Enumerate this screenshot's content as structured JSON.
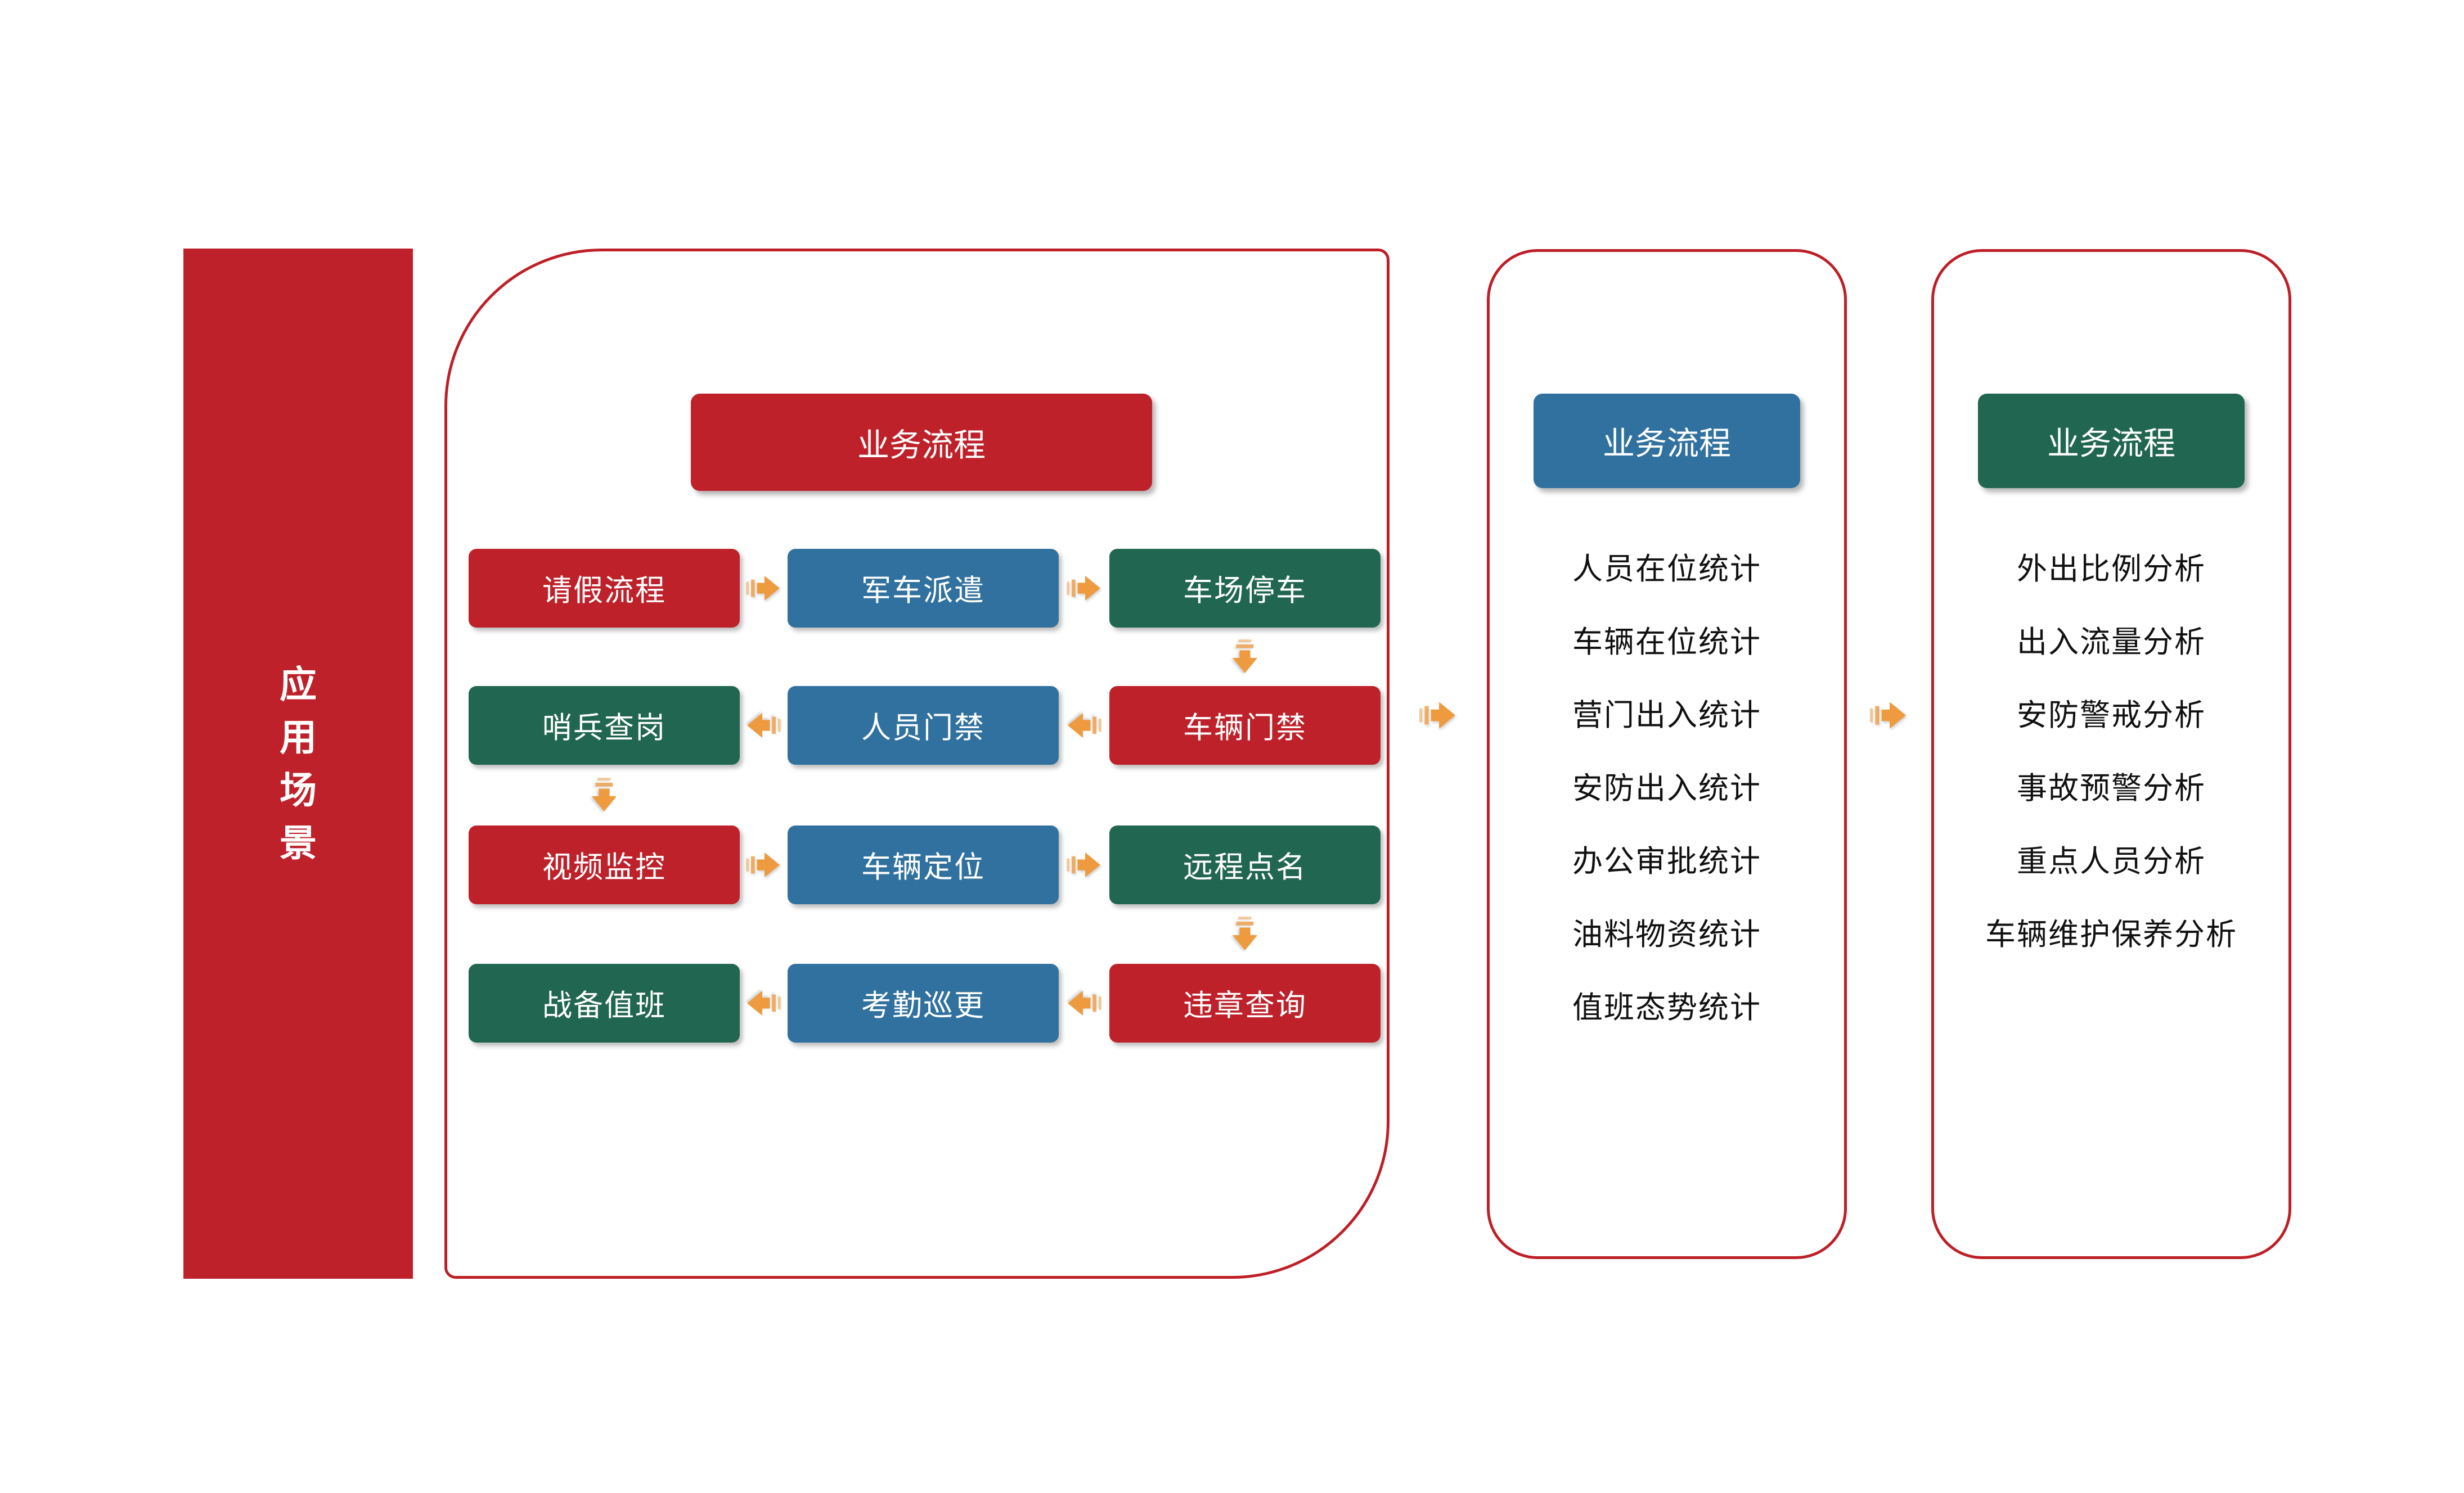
{
  "sidebar": {
    "title": "应用场景",
    "chars": [
      "应",
      "用",
      "场",
      "景"
    ]
  },
  "flow_panel": {
    "header": "业务流程",
    "rows": [
      {
        "direction": "right",
        "cells": [
          {
            "label": "请假流程",
            "color": "red"
          },
          {
            "label": "军车派遣",
            "color": "blue"
          },
          {
            "label": "车场停车",
            "color": "green"
          }
        ]
      },
      {
        "direction": "left",
        "cells": [
          {
            "label": "哨兵查岗",
            "color": "green"
          },
          {
            "label": "人员门禁",
            "color": "blue"
          },
          {
            "label": "车辆门禁",
            "color": "red"
          }
        ]
      },
      {
        "direction": "right",
        "cells": [
          {
            "label": "视频监控",
            "color": "red"
          },
          {
            "label": "车辆定位",
            "color": "blue"
          },
          {
            "label": "远程点名",
            "color": "green"
          }
        ]
      },
      {
        "direction": "left",
        "cells": [
          {
            "label": "战备值班",
            "color": "green"
          },
          {
            "label": "考勤巡更",
            "color": "blue"
          },
          {
            "label": "违章查询",
            "color": "red"
          }
        ]
      }
    ]
  },
  "stats_panel": {
    "header": "业务流程",
    "items": [
      "人员在位统计",
      "车辆在位统计",
      "营门出入统计",
      "安防出入统计",
      "办公审批统计",
      "油料物资统计",
      "值班态势统计"
    ]
  },
  "analysis_panel": {
    "header": "业务流程",
    "items": [
      "外出比例分析",
      "出入流量分析",
      "安防警戒分析",
      "事故预警分析",
      "重点人员分析",
      "车辆维护保养分析"
    ]
  },
  "colors": {
    "red_box": "#BE212A",
    "blue_box": "#31719F",
    "green_box": "#216650",
    "panel_border": "#BE1E26",
    "arrow_orange": "#EE9B40",
    "text_on_box": "#FFFFFF",
    "list_text": "#111111",
    "background": "#FFFFFF"
  }
}
